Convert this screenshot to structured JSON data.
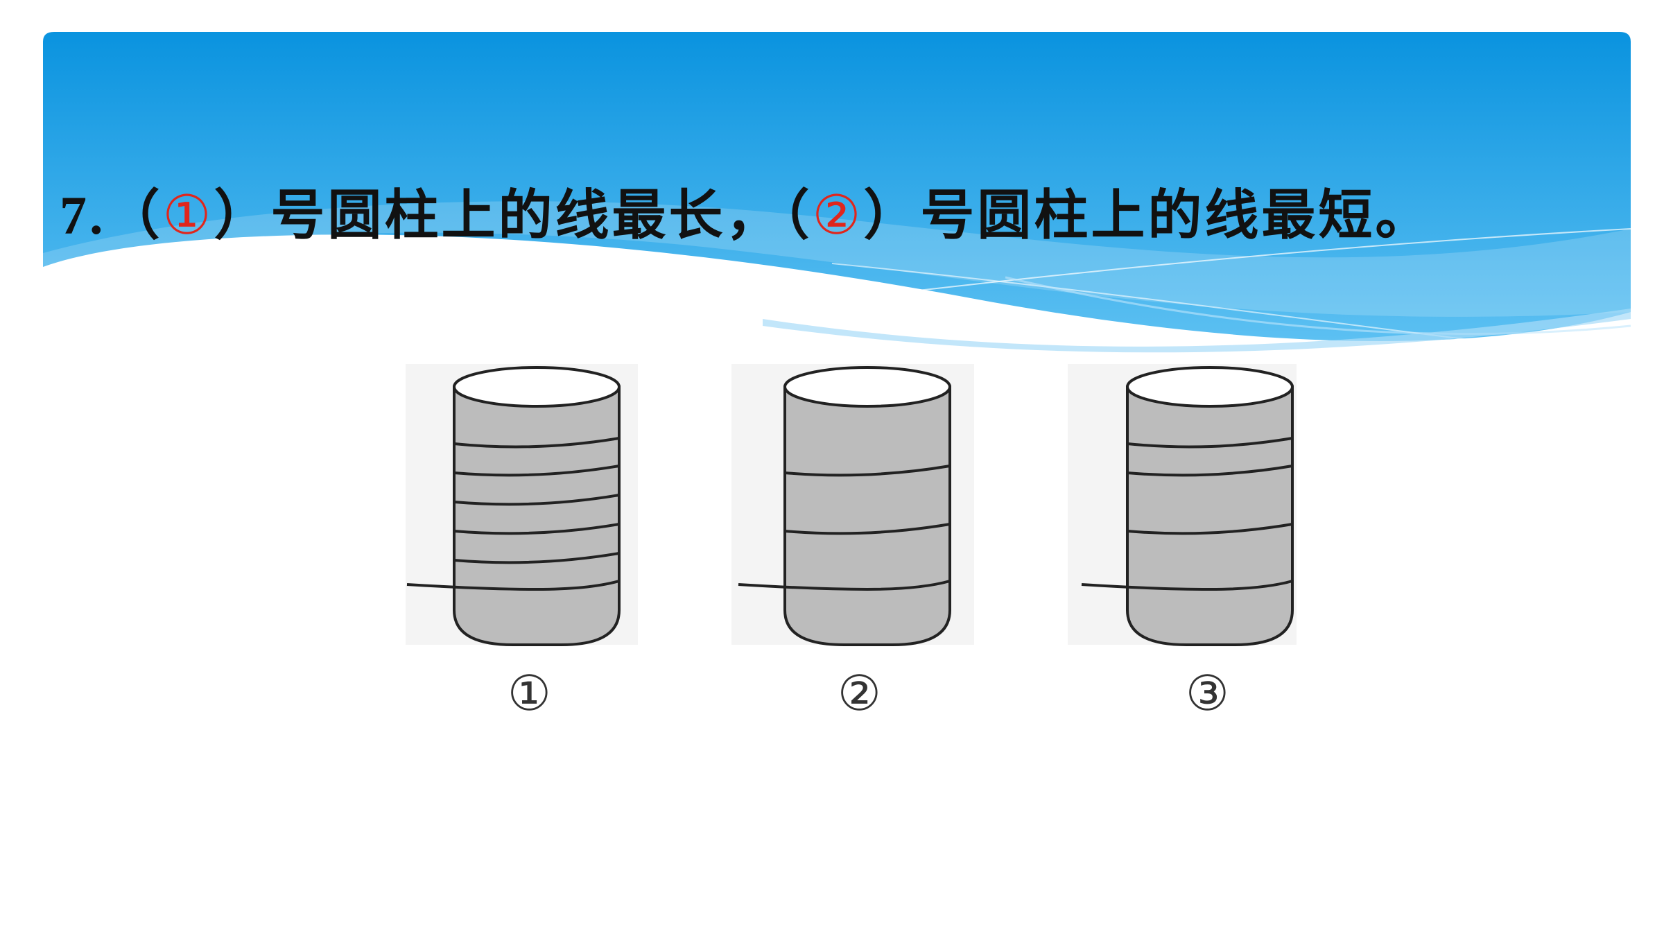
{
  "question": {
    "number": "7.",
    "open_paren_1": "（",
    "answer_1": "①",
    "part_1": "）号圆柱上的线最长，（",
    "answer_2": "②",
    "part_2": "）号圆柱上的线最短。"
  },
  "cylinders": [
    {
      "label": "①",
      "wraps": 6
    },
    {
      "label": "②",
      "wraps": 3
    },
    {
      "label": "③",
      "wraps": 4
    }
  ],
  "colors": {
    "banner_top": "#0b95e0",
    "banner_bottom": "#7fd0f7",
    "answer": "#e0261c",
    "cylinder_fill": "#bcbcbc"
  }
}
